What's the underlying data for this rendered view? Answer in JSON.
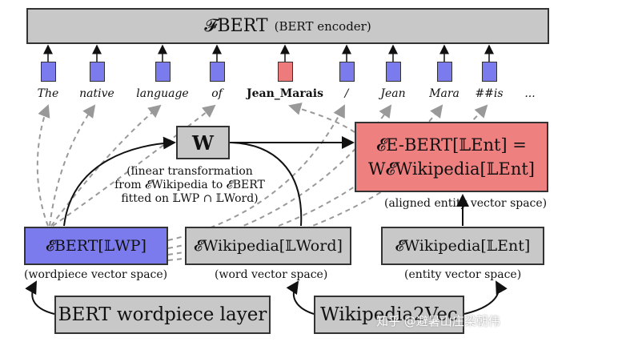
{
  "encoder": {
    "symbol": "𝓕BERT",
    "label": "(BERT encoder)"
  },
  "tokens": [
    "The",
    "native",
    "language",
    "of",
    "Jean_Marais",
    "/",
    "Jean",
    "Mara",
    "##is",
    "..."
  ],
  "w_box": {
    "label": "W"
  },
  "w_note": {
    "line1": "(linear transformation",
    "line2": "from 𝓔Wikipedia to 𝓔BERT",
    "line3": "fitted on 𝕃WP ∩ 𝕃Word)"
  },
  "ebert_box": {
    "line1": "𝓔E-BERT[𝕃Ent] =",
    "line2": "W𝓔Wikipedia[𝕃Ent]",
    "caption": "(aligned entity vector space)"
  },
  "wordpiece_box": {
    "label": "𝓔BERT[𝕃WP]",
    "caption": "(wordpiece vector space)"
  },
  "wordvec_box": {
    "label": "𝓔Wikipedia[𝕃Word]",
    "caption": "(word vector space)"
  },
  "entvec_box": {
    "label": "𝓔Wikipedia[𝕃Ent]",
    "caption": "(entity vector space)"
  },
  "bert_layer": {
    "label": "BERT wordpiece layer"
  },
  "wiki2vec": {
    "label": "Wikipedia2Vec"
  },
  "watermark": "知乎 @避暑山庄梁朝伟",
  "colors": {
    "blue": "#7b7bee",
    "red": "#ee8080",
    "gray": "#c8c8c8"
  }
}
